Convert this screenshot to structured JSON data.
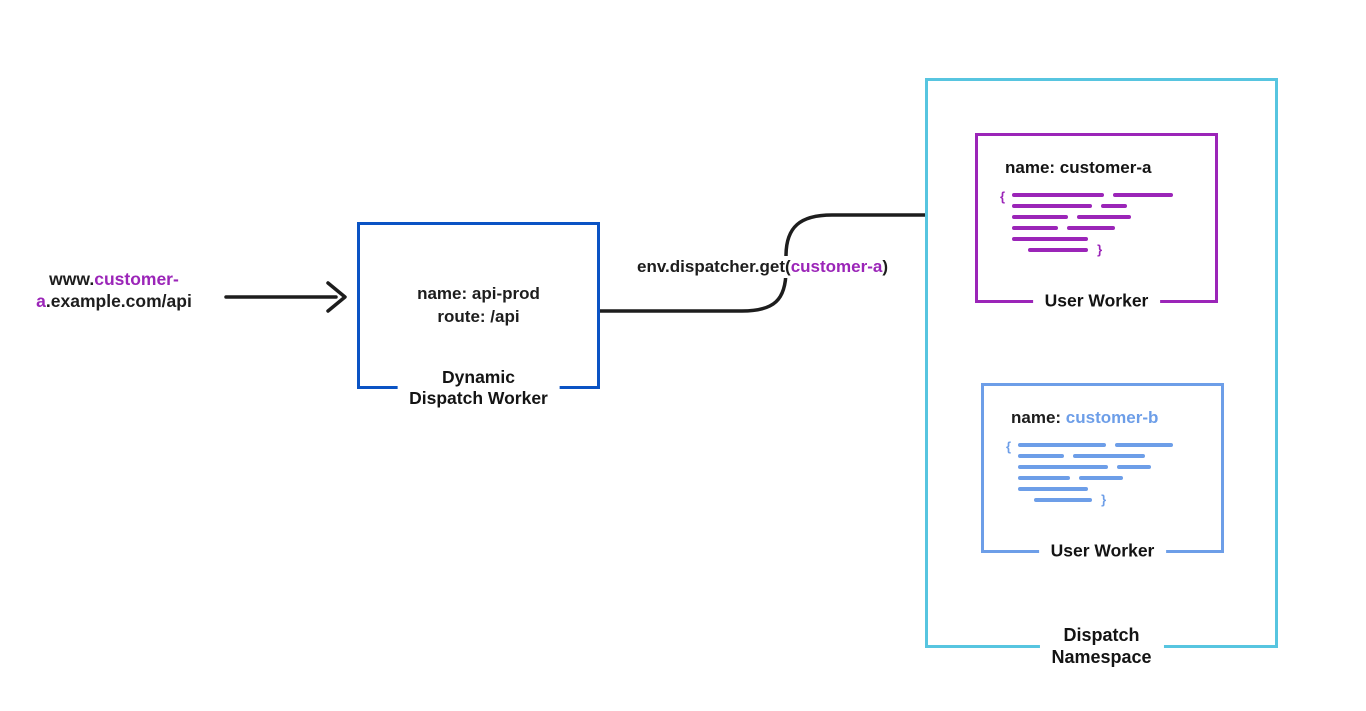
{
  "request": {
    "line1_black": "www.",
    "line1_purple": "customer-",
    "line2_purple": "a",
    "line2_black": ".example.com/api"
  },
  "call": {
    "prefix": "env.dispatcher.get(",
    "arg": "customer-a",
    "suffix": ")"
  },
  "dispatch_worker": {
    "name_line": "name: api-prod",
    "route_line": "route: /api",
    "caption_line1": "Dynamic",
    "caption_line2": "Dispatch Worker",
    "border_color": "#0a53c4"
  },
  "namespace": {
    "caption_line1": "Dispatch",
    "caption_line2": "Namespace",
    "border_color": "#57c5e0",
    "worker_a": {
      "name": "name: customer-a",
      "caption": "User Worker",
      "accent_color": "#9b25b8",
      "brace_open": "{",
      "brace_close": "}"
    },
    "worker_b": {
      "name_prefix": "name: ",
      "name_value": "customer-b",
      "caption": "User Worker",
      "accent_color": "#6d9ee8",
      "brace_open": "{",
      "brace_close": "}"
    }
  },
  "arrow_color": "#1d1d1d"
}
